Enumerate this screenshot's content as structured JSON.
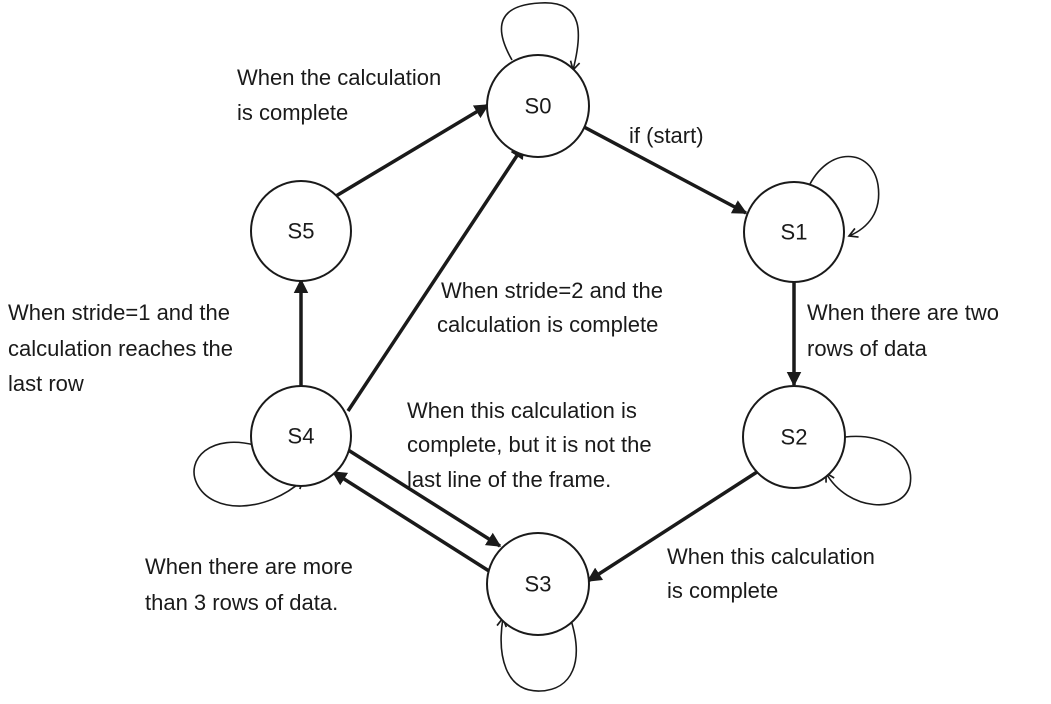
{
  "states": {
    "s0": "S0",
    "s1": "S1",
    "s2": "S2",
    "s3": "S3",
    "s4": "S4",
    "s5": "S5"
  },
  "transitions": {
    "s5_s0": [
      "When the calculation",
      "is complete"
    ],
    "s0_s1": [
      "if (start)"
    ],
    "s4_s0": [
      "When stride=2 and the",
      "calculation is complete"
    ],
    "s1_s2": [
      "When there are two",
      "rows of data"
    ],
    "s4_s5": [
      "When stride=1 and the",
      "calculation reaches the",
      "last row"
    ],
    "s3_s4": [
      "When this calculation is",
      "complete, but it is not the",
      "last line of the frame."
    ],
    "s2_s3": [
      "When this calculation",
      "is complete"
    ],
    "s4_s3": [
      "When there are more",
      "than 3 rows of data."
    ]
  },
  "colors": {
    "stroke": "#1a1a1a",
    "background": "#ffffff"
  }
}
